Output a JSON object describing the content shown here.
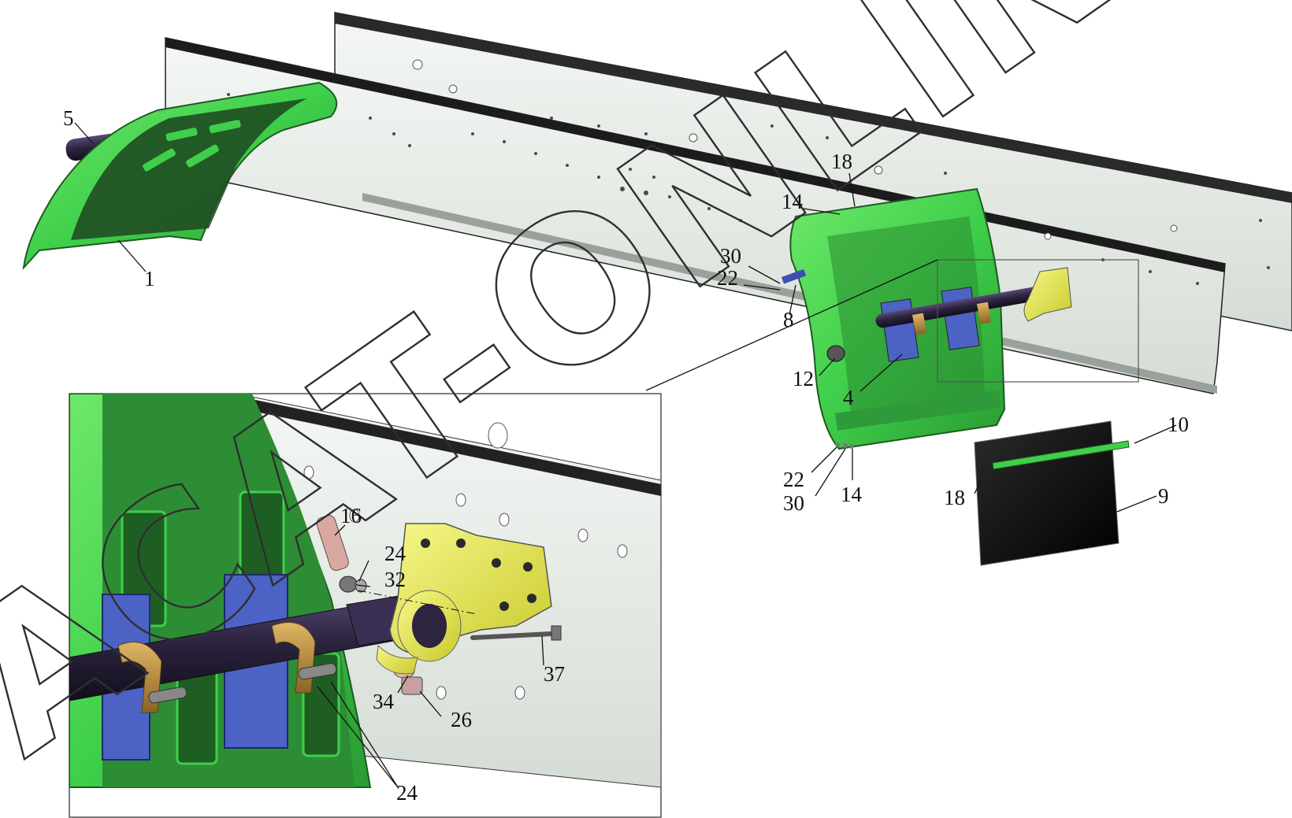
{
  "watermark": "ACAT-ONLINE",
  "colors": {
    "fender_green": "#3fcf4a",
    "fender_dark": "#1f5a24",
    "frame_rail": "#e6ebe6",
    "bracket_yellow": "#e3e44f",
    "clamp_blue": "#4c62c4",
    "clamp_bronze": "#b88a3a",
    "shaft_dark": "#2d2440"
  },
  "callouts": [
    {
      "id": "c1",
      "text": "1"
    },
    {
      "id": "c5",
      "text": "5"
    },
    {
      "id": "c18a",
      "text": "18"
    },
    {
      "id": "c14a",
      "text": "14"
    },
    {
      "id": "c30a",
      "text": "30"
    },
    {
      "id": "c22a",
      "text": "22"
    },
    {
      "id": "c8",
      "text": "8"
    },
    {
      "id": "c12",
      "text": "12"
    },
    {
      "id": "c4",
      "text": "4"
    },
    {
      "id": "c10",
      "text": "10"
    },
    {
      "id": "c18b",
      "text": "18"
    },
    {
      "id": "c9",
      "text": "9"
    },
    {
      "id": "c22b",
      "text": "22"
    },
    {
      "id": "c30b",
      "text": "30"
    },
    {
      "id": "c14b",
      "text": "14"
    },
    {
      "id": "c16",
      "text": "16"
    },
    {
      "id": "c24a",
      "text": "24"
    },
    {
      "id": "c32",
      "text": "32"
    },
    {
      "id": "c37",
      "text": "37"
    },
    {
      "id": "c34",
      "text": "34"
    },
    {
      "id": "c26",
      "text": "26"
    },
    {
      "id": "c24b",
      "text": "24"
    }
  ]
}
